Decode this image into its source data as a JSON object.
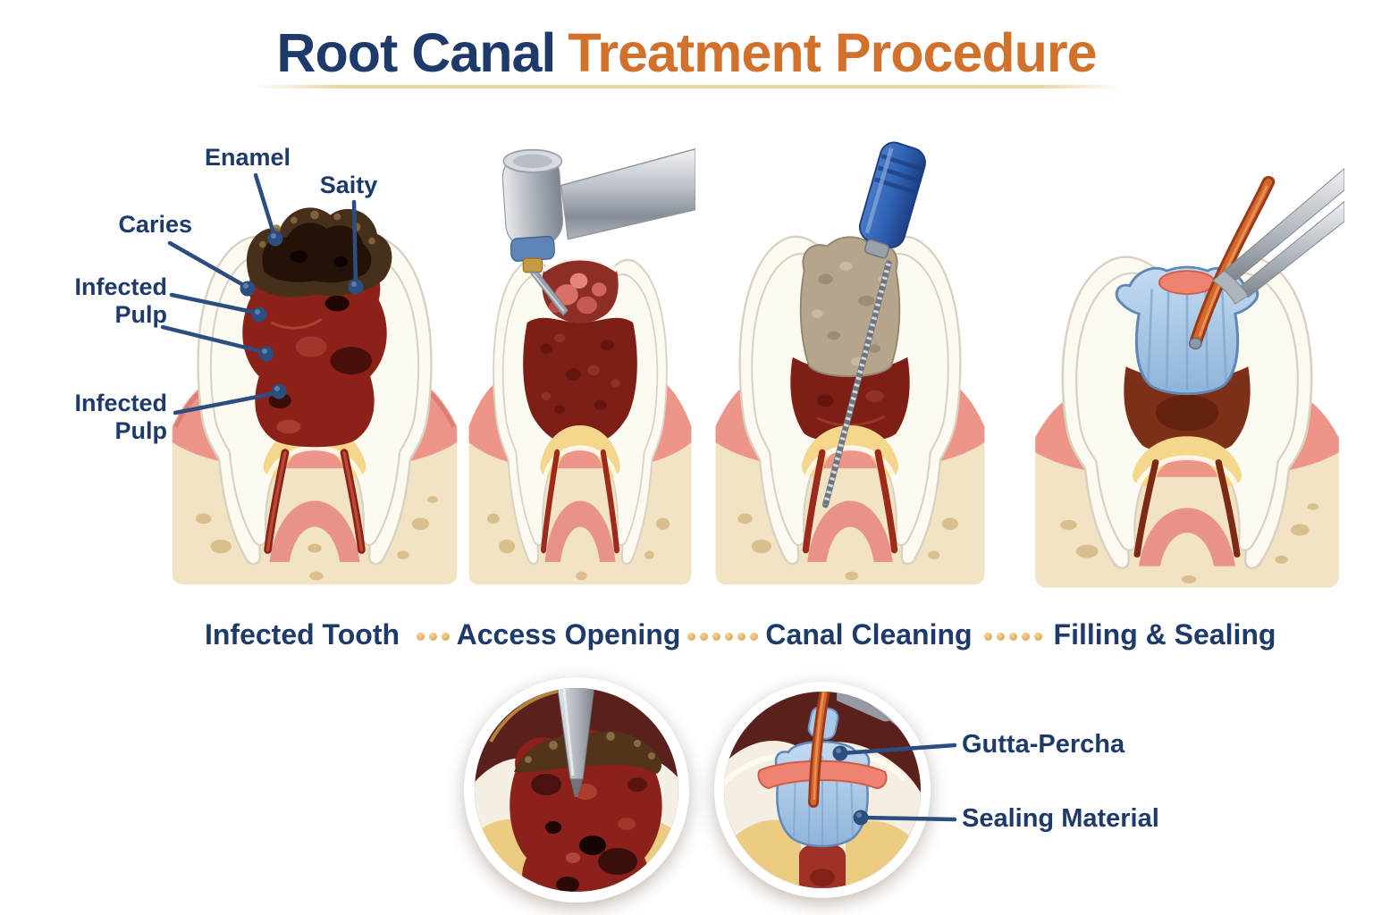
{
  "title": {
    "primary": "Root Canal",
    "secondary": "Treatment Procedure"
  },
  "anatomy_labels": {
    "enamel": "Enamel",
    "cavity": "Saity",
    "caries": "Caries",
    "infected_pulp_upper": "Infected Pulp",
    "infected_pulp_lower": "Infected Pulp"
  },
  "stage_labels": {
    "stage1": "Infected Tooth",
    "stage2": "Access Opening",
    "stage3": "Canal Cleaning",
    "stage4": "Filling & Sealing"
  },
  "detail_labels": {
    "gutta_percha": "Gutta-Percha",
    "sealing_material": "Sealing Material"
  },
  "separator_dot_counts": [
    3,
    6,
    5
  ],
  "colors": {
    "navy_text": "#1d3a6b",
    "orange_text": "#d1712c",
    "separator_dot": "#e0a558",
    "leader_line": "#2b4d80",
    "enamel": "#fdfaf2",
    "dentin": "#f4d78d",
    "pulp_red": "#8c211a",
    "gum_pink": "#ee958a",
    "bone": "#f1e3c3",
    "filling_blue": "#a9c9e8",
    "gutta_percha_orange": "#d3682f",
    "detail_circle_bg": "#5a211c"
  }
}
